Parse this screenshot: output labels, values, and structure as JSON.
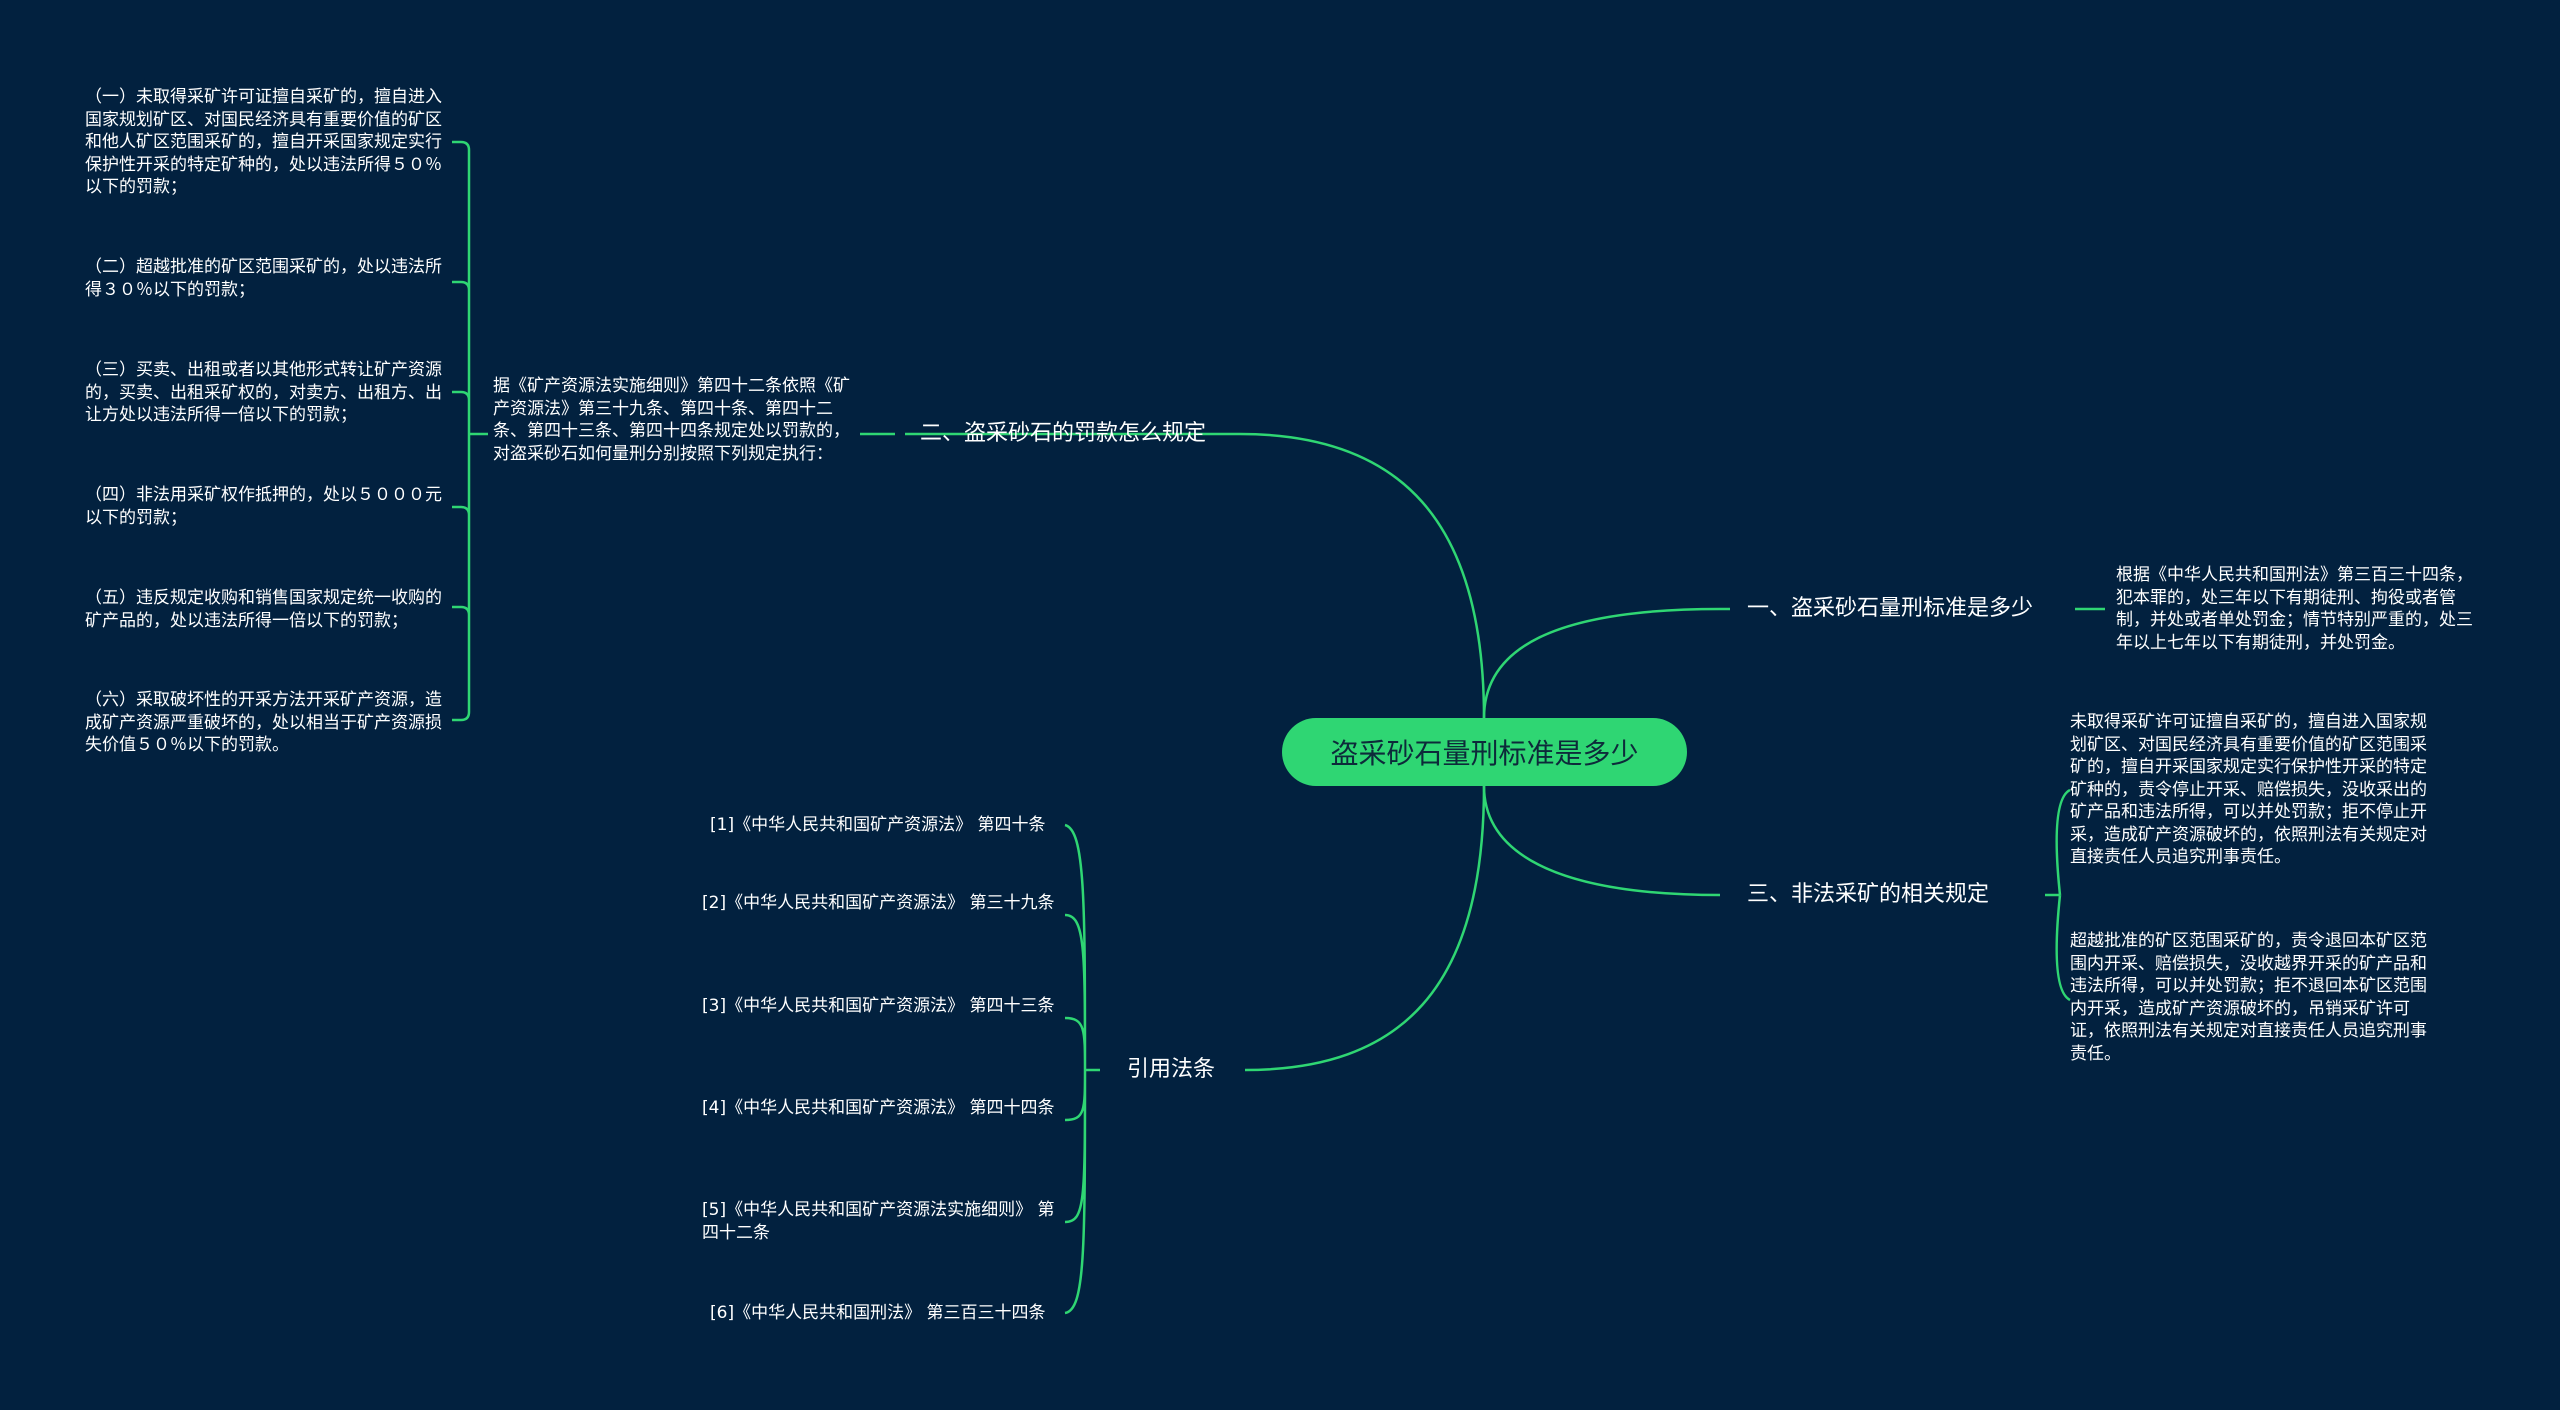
{
  "center": {
    "title": "盗采砂石量刑标准是多少"
  },
  "colors": {
    "background": "#02213f",
    "accent": "#2fd673"
  },
  "branches": {
    "b1": {
      "label": "一、盗采砂石量刑标准是多少",
      "children": [
        "根据《中华人民共和国刑法》第三百三十四条，犯本罪的，处三年以下有期徒刑、拘役或者管制，并处或者单处罚金；情节特别严重的，处三年以上七年以下有期徒刑，并处罚金。"
      ]
    },
    "b2": {
      "label": "二、盗采砂石的罚款怎么规定",
      "intro": "据《矿产资源法实施细则》第四十二条依照《矿产资源法》第三十九条、第四十条、第四十二条、第四十三条、第四十四条规定处以罚款的，对盗采砂石如何量刑分别按照下列规定执行：",
      "children": [
        "（一）未取得采矿许可证擅自采矿的，擅自进入国家规划矿区、对国民经济具有重要价值的矿区和他人矿区范围采矿的，擅自开采国家规定实行保护性开采的特定矿种的，处以违法所得５０％以下的罚款；",
        "（二）超越批准的矿区范围采矿的，处以违法所得３０％以下的罚款；",
        "（三）买卖、出租或者以其他形式转让矿产资源的，买卖、出租采矿权的，对卖方、出租方、出让方处以违法所得一倍以下的罚款；",
        "（四）非法用采矿权作抵押的，处以５０００元以下的罚款；",
        "（五）违反规定收购和销售国家规定统一收购的矿产品的，处以违法所得一倍以下的罚款；",
        "（六）采取破坏性的开采方法开采矿产资源，造成矿产资源严重破坏的，处以相当于矿产资源损失价值５０％以下的罚款。"
      ]
    },
    "b3": {
      "label": "三、非法采矿的相关规定",
      "children": [
        "未取得采矿许可证擅自采矿的，擅自进入国家规划矿区、对国民经济具有重要价值的矿区范围采矿的，擅自开采国家规定实行保护性开采的特定矿种的，责令停止开采、赔偿损失，没收采出的矿产品和违法所得，可以并处罚款；拒不停止开采，造成矿产资源破坏的，依照刑法有关规定对直接责任人员追究刑事责任。",
        "超越批准的矿区范围采矿的，责令退回本矿区范围内开采、赔偿损失，没收越界开采的矿产品和违法所得，可以并处罚款；拒不退回本矿区范围内开采，造成矿产资源破坏的，吊销采矿许可证，依照刑法有关规定对直接责任人员追究刑事责任。"
      ]
    },
    "b4": {
      "label": "引用法条",
      "children": [
        "[1]《中华人民共和国矿产资源法》 第四十条",
        "[2]《中华人民共和国矿产资源法》 第三十九条",
        "[3]《中华人民共和国矿产资源法》 第四十三条",
        "[4]《中华人民共和国矿产资源法》 第四十四条",
        "[5]《中华人民共和国矿产资源法实施细则》 第四十二条",
        "[6]《中华人民共和国刑法》 第三百三十四条"
      ]
    }
  }
}
